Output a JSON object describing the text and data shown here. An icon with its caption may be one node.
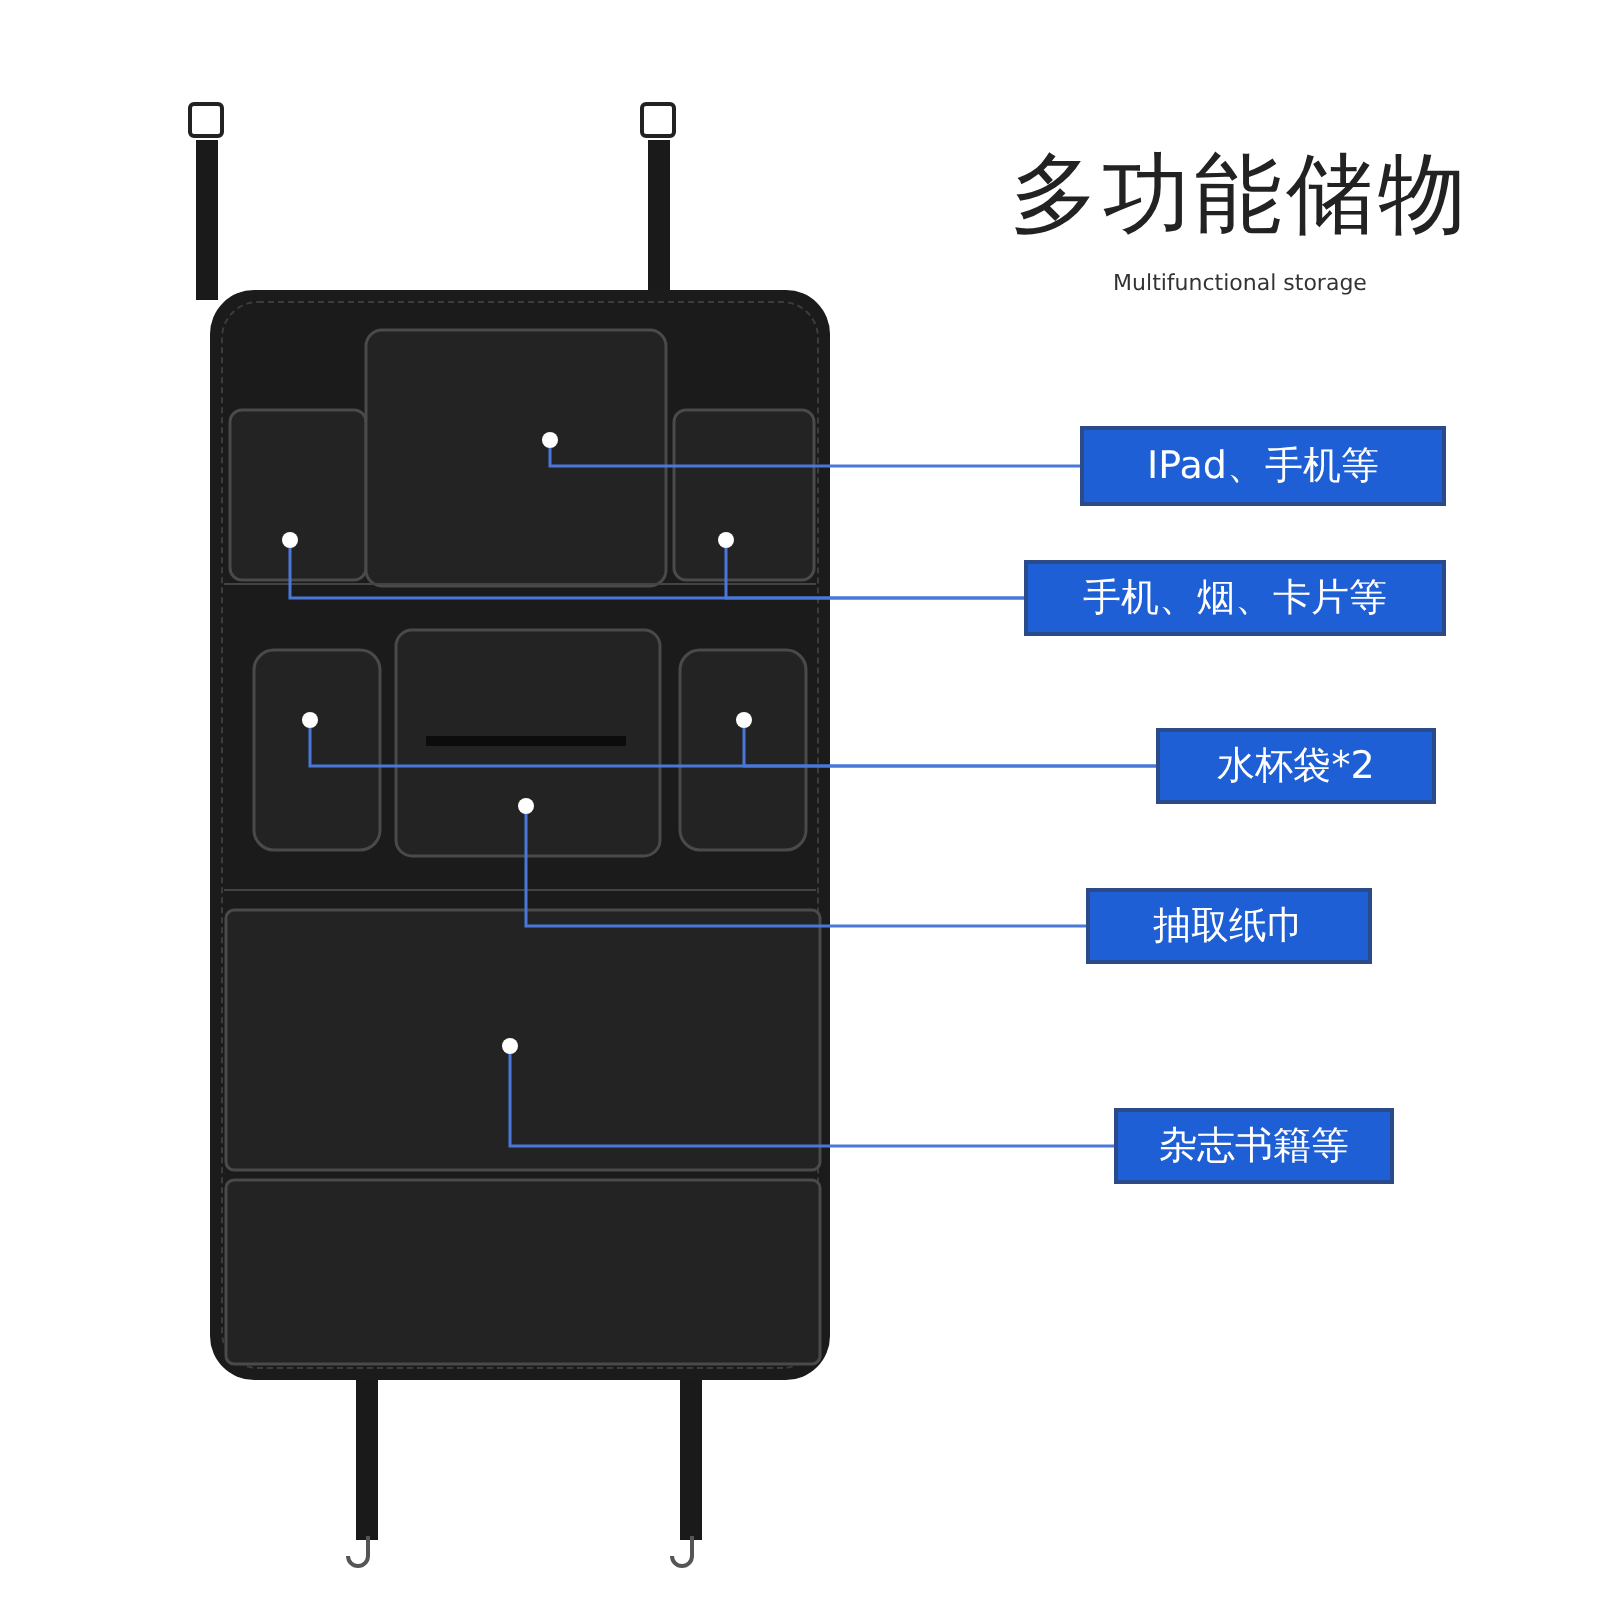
{
  "diagram": {
    "title": "多功能储物",
    "caption": "Multifunctional storage",
    "nodes": [
      {
        "text": [
          "IPad、手机等"
        ]
      },
      {
        "text": [
          "手机、烟、卡片等"
        ]
      },
      {
        "text": [
          "水杯袋*2"
        ]
      },
      {
        "text": [
          "抽取纸巾"
        ]
      },
      {
        "text": [
          "杂志书籍等"
        ]
      },
      {
        "text": [],
        "shape": "circle"
      },
      {
        "text": [],
        "shape": "circle"
      },
      {
        "text": [],
        "shape": "circle"
      },
      {
        "text": [],
        "shape": "circle"
      },
      {
        "text": [],
        "shape": "circle"
      },
      {
        "text": [],
        "shape": "circle"
      },
      {
        "text": [],
        "shape": "circle"
      }
    ],
    "edges": [
      {
        "from": 5,
        "to": 0,
        "arrow": "none"
      },
      {
        "from": 6,
        "to": 1,
        "arrow": "none"
      },
      {
        "from": 7,
        "to": 1,
        "arrow": "none"
      },
      {
        "from": 8,
        "to": 2,
        "arrow": "none"
      },
      {
        "from": 9,
        "to": 2,
        "arrow": "none"
      },
      {
        "from": 10,
        "to": 3,
        "arrow": "none"
      },
      {
        "from": 11,
        "to": 4,
        "arrow": "none"
      }
    ]
  }
}
